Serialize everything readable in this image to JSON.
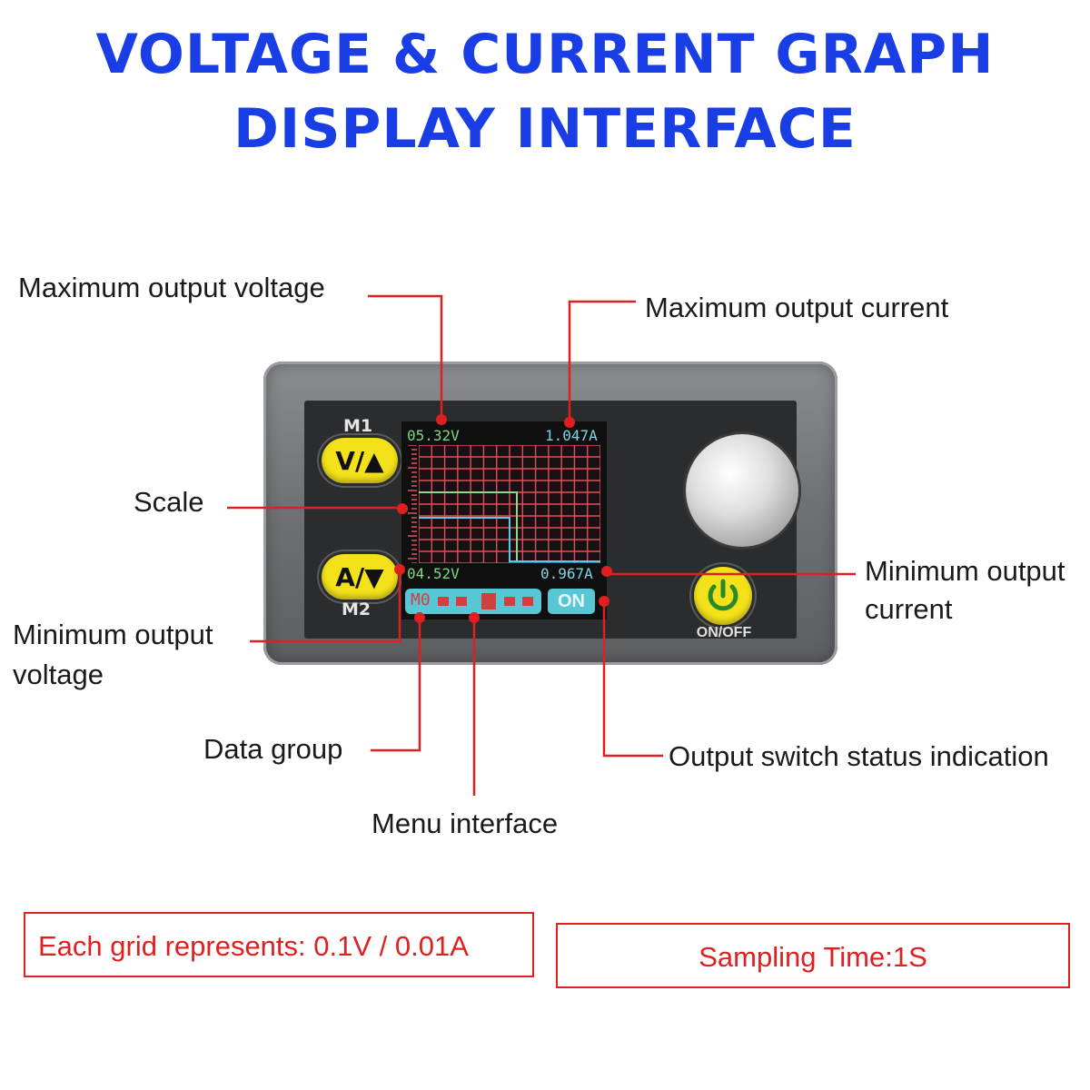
{
  "title": {
    "line1": "VOLTAGE & CURRENT GRAPH",
    "line2": "DISPLAY INTERFACE"
  },
  "callouts": {
    "max_voltage": "Maximum output voltage",
    "max_current": "Maximum output current",
    "scale": "Scale",
    "min_current_1": "Minimum output",
    "min_current_2": "current",
    "min_voltage_1": "Minimum output",
    "min_voltage_2": "voltage",
    "data_group": "Data group",
    "output_switch": "Output switch status indication",
    "menu_interface": "Menu interface"
  },
  "device": {
    "m1_label": "M1",
    "m2_label": "M2",
    "btn_up": "V/▲",
    "btn_down": "A/▼",
    "onoff_label": "ON/OFF",
    "screen": {
      "max_v": "05.32V",
      "max_a": "1.047A",
      "min_v": "04.52V",
      "min_a": "0.967A",
      "menu": "M0",
      "status": "ON"
    }
  },
  "notes": {
    "grid": "Each grid represents: 0.1V / 0.01A",
    "sampling": "Sampling Time:1S"
  },
  "colors": {
    "title": "#1a3ee6",
    "leader_lines": "#e02020",
    "grid": "#e0505a",
    "buttons": "#f3e21a",
    "screen_accent": "#57c7d6"
  }
}
